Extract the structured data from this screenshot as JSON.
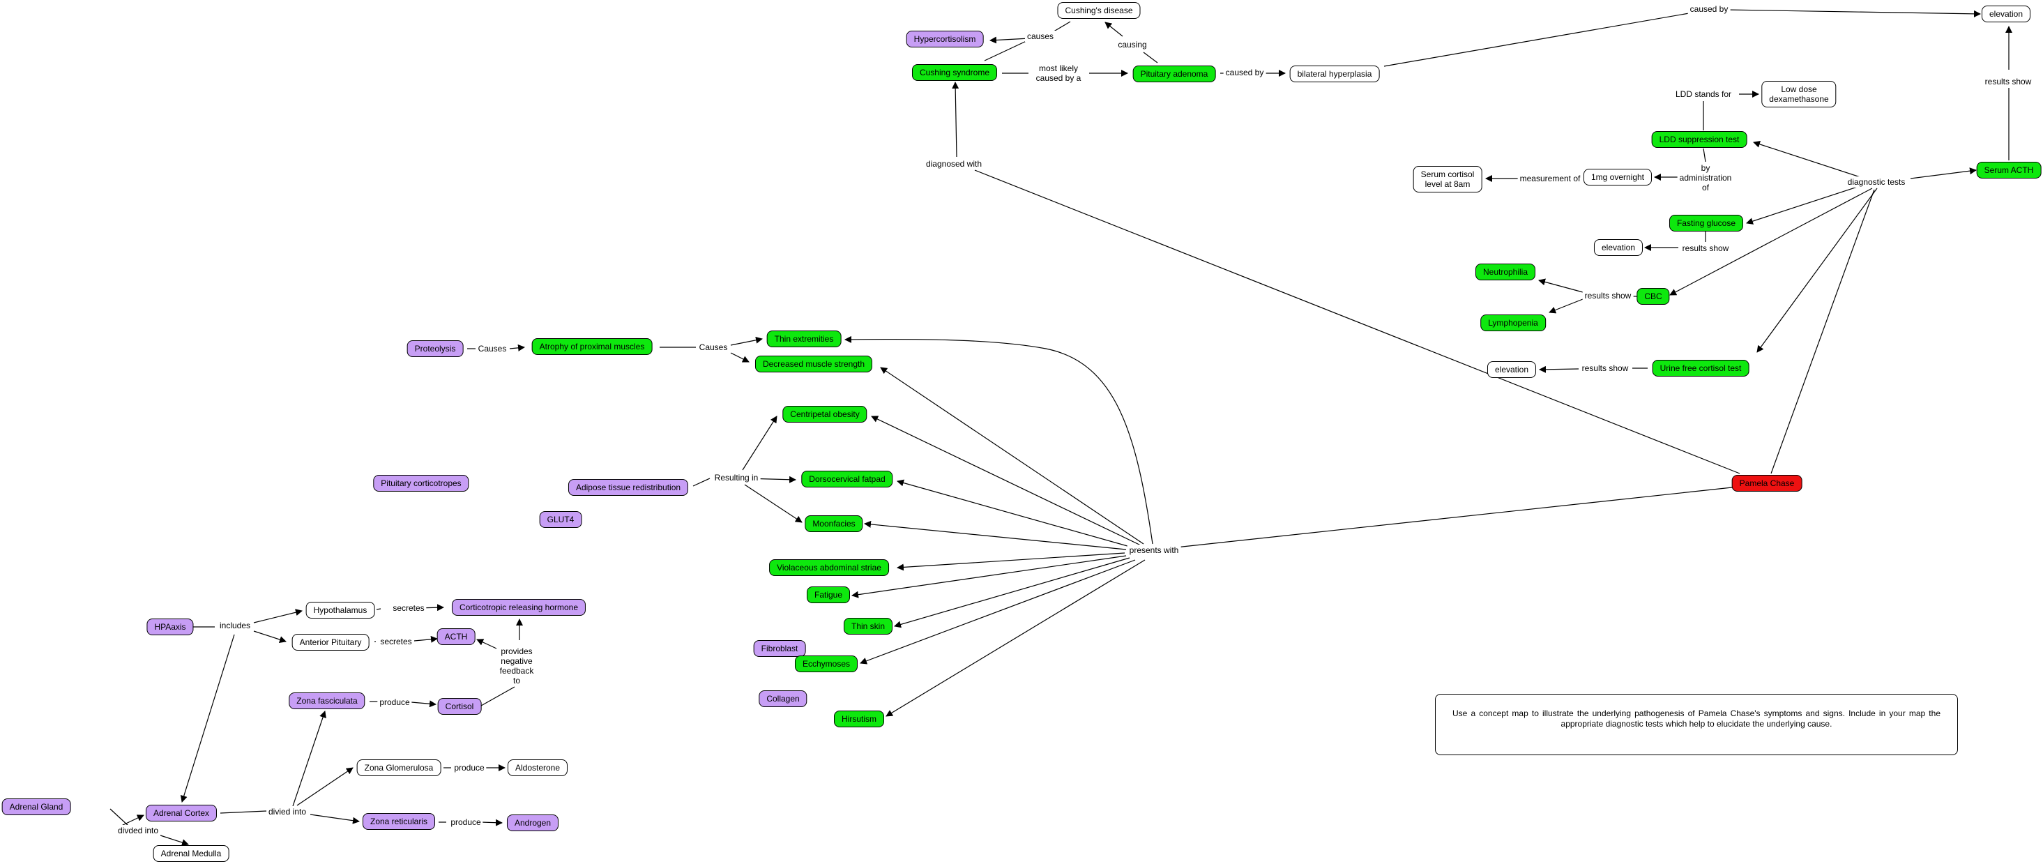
{
  "nodes": {
    "cushings_disease": "Cushing's disease",
    "hypercortisolism": "Hypercortisolism",
    "cushing_syndrome": "Cushing syndrome",
    "pituitary_adenoma": "Pituitary adenoma",
    "bilateral_hyperplasia": "bilateral hyperplasia",
    "elevation_top": "elevation",
    "low_dose_dex": "Low dose\ndexamethasone",
    "ldd_test": "LDD suppression test",
    "serum_acth": "Serum ACTH",
    "one_mg": "1mg overnight",
    "serum_cortisol": "Serum cortisol\nlevel at 8am",
    "fasting_glucose": "Fasting glucose",
    "elevation_glucose": "elevation",
    "neutrophilia": "Neutrophilia",
    "cbc": "CBC",
    "lymphopenia": "Lymphopenia",
    "urine_cortisol": "Urine free cortisol test",
    "elevation_urine": "elevation",
    "pamela": "Pamela Chase",
    "proteolysis": "Proteolysis",
    "atrophy": "Atrophy of proximal muscles",
    "thin_extremities": "Thin extremities",
    "decreased_strength": "Decreased muscle strength",
    "centripetal": "Centripetal obesity",
    "pituitary_corticotropes": "Pituitary corticotropes",
    "adipose": "Adipose tissue redistribution",
    "dorsocervical": "Dorsocervical fatpad",
    "glut4": "GLUT4",
    "moonfacies": "Moonfacies",
    "violaceous": "Violaceous abdominal striae",
    "fatigue": "Fatigue",
    "thin_skin": "Thin skin",
    "fibroblast": "Fibroblast",
    "ecchymoses": "Ecchymoses",
    "collagen": "Collagen",
    "hirsutism": "Hirsutism",
    "hpa_axis": "HPAaxis",
    "hypothalamus": "Hypothalamus",
    "crh": "Corticotropic releasing hormone",
    "anterior_pituitary": "Anterior Pituitary",
    "acth": "ACTH",
    "zona_fasciculata": "Zona fasciculata",
    "cortisol": "Cortisol",
    "zona_glomerulosa": "Zona Glomerulosa",
    "aldosterone": "Aldosterone",
    "adrenal_gland": "Adrenal Gland",
    "adrenal_cortex": "Adrenal Cortex",
    "zona_reticularis": "Zona reticularis",
    "androgen": "Androgen",
    "adrenal_medulla": "Adrenal Medulla"
  },
  "labels": {
    "causes": "causes",
    "causing": "causing",
    "most_likely": "most likely\ncaused by a",
    "caused_by_1": "caused by",
    "caused_by_2": "caused by",
    "ldd_stands_for": "LDD stands for",
    "results_show_acth": "results show",
    "by_administration": "by\nadministration\nof",
    "measurement_of": "measurement of",
    "diagnostic_tests": "diagnostic tests",
    "diagnosed_with": "diagnosed with",
    "results_show_glucose": "results show",
    "results_show_cbc": "results show",
    "results_show_urine": "results show",
    "causes_proteolysis": "Causes",
    "causes_atrophy": "Causes",
    "resulting_in": "Resulting in",
    "presents_with": "presents with",
    "includes": "includes",
    "secretes_1": "secretes",
    "secretes_2": "secretes",
    "negative_feedback": "provides\nnegative\nfeedback\nto",
    "produce_1": "produce",
    "produce_2": "produce",
    "produce_3": "produce",
    "divided_into": "divied into",
    "divded_into": "divded into"
  },
  "note": "Use a concept map to illustrate the underlying pathogenesis of Pamela Chase's symptoms and signs. Include in your map the appropriate diagnostic tests which help to elucidate the underlying cause.",
  "colors": {
    "purple": "#c79ef5",
    "green": "#0ee80e",
    "red": "#ee1111",
    "white": "#ffffff"
  }
}
